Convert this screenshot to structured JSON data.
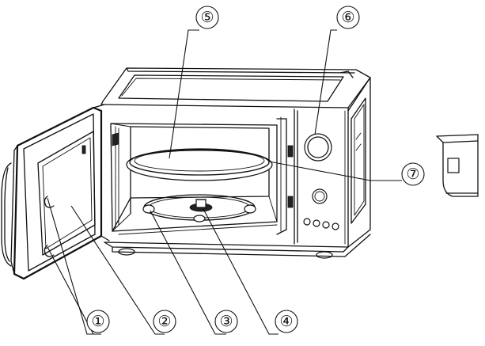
{
  "diagram": {
    "callouts": [
      {
        "id": "1",
        "label": "①"
      },
      {
        "id": "2",
        "label": "②"
      },
      {
        "id": "3",
        "label": "③"
      },
      {
        "id": "4",
        "label": "④"
      },
      {
        "id": "5",
        "label": "⑤"
      },
      {
        "id": "6",
        "label": "⑥"
      },
      {
        "id": "7",
        "label": "⑦"
      }
    ]
  }
}
